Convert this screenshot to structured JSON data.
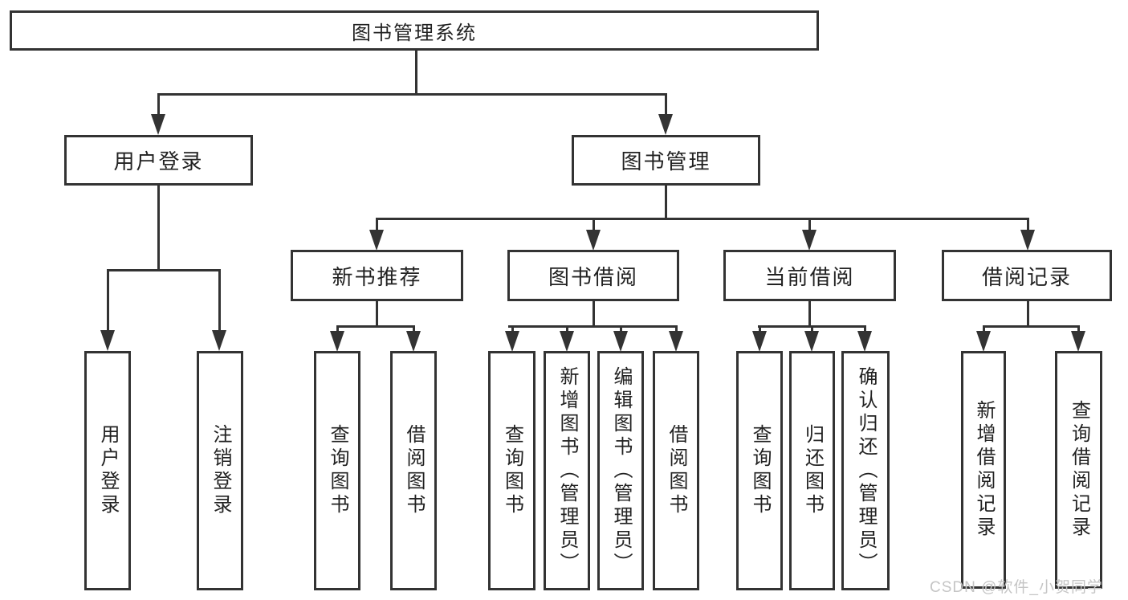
{
  "diagram_title": "图书管理系统",
  "tree": {
    "root": {
      "label": "图书管理系统"
    },
    "branches": [
      {
        "label": "用户登录",
        "children": [
          {
            "label": "用户登录"
          },
          {
            "label": "注销登录"
          }
        ]
      },
      {
        "label": "图书管理",
        "children": [
          {
            "label": "新书推荐",
            "children": [
              {
                "label": "查询图书"
              },
              {
                "label": "借阅图书"
              }
            ]
          },
          {
            "label": "图书借阅",
            "children": [
              {
                "label": "查询图书"
              },
              {
                "label": "新增图书（管理员）"
              },
              {
                "label": "编辑图书（管理员）"
              },
              {
                "label": "借阅图书"
              }
            ]
          },
          {
            "label": "当前借阅",
            "children": [
              {
                "label": "查询图书"
              },
              {
                "label": "归还图书"
              },
              {
                "label": "确认归还（管理员）"
              }
            ]
          },
          {
            "label": "借阅记录",
            "children": [
              {
                "label": "新增借阅记录"
              },
              {
                "label": "查询借阅记录"
              }
            ]
          }
        ]
      }
    ]
  },
  "watermark": {
    "text": "CSDN @软件_小贺同学"
  },
  "colors": {
    "line": "#333333",
    "text": "#222222",
    "background": "#ffffff",
    "watermark": "#c5c5c5"
  }
}
